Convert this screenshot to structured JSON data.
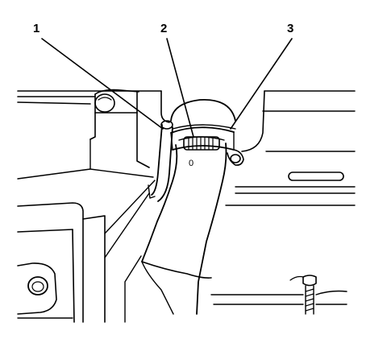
{
  "callouts": [
    {
      "label": "1"
    },
    {
      "label": "2"
    },
    {
      "label": "3"
    }
  ],
  "clamp_mark": "0"
}
